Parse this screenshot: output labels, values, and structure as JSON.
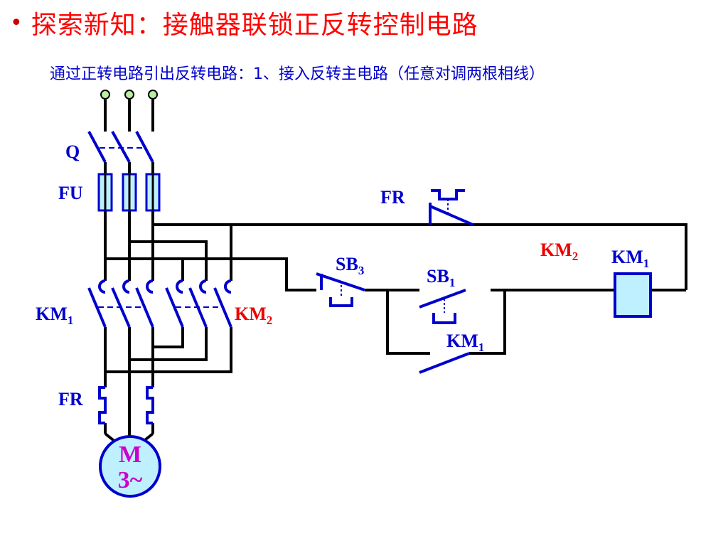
{
  "slide": {
    "bullet": "•",
    "title": "探索新知：接触器联锁正反转控制电路",
    "subtitle": "通过正转电路引出反转电路：1、接入反转主电路（任意对调两根相线）"
  },
  "labels": {
    "q": "Q",
    "fu": "FU",
    "km1_main": {
      "base": "KM",
      "sub": "1"
    },
    "km2_main": {
      "base": "KM",
      "sub": "2"
    },
    "fr_main": "FR",
    "fr_ctrl": "FR",
    "sb3": {
      "base": "SB",
      "sub": "3"
    },
    "sb1": {
      "base": "SB",
      "sub": "1"
    },
    "km2_ctrl": {
      "base": "KM",
      "sub": "2"
    },
    "km1_coil": {
      "base": "KM",
      "sub": "1"
    },
    "km1_aux": {
      "base": "KM",
      "sub": "1"
    }
  },
  "motor": {
    "line1": "M",
    "line2": "3~"
  },
  "colors": {
    "wire": "#000000",
    "symbol": "#0000cc",
    "label_blue": "#0000cc",
    "label_red": "#ee0000",
    "title": "#ff0000",
    "fill": "#bff0ff",
    "terminal": "#b8f0a0",
    "motor_text": "#cc00cc"
  }
}
